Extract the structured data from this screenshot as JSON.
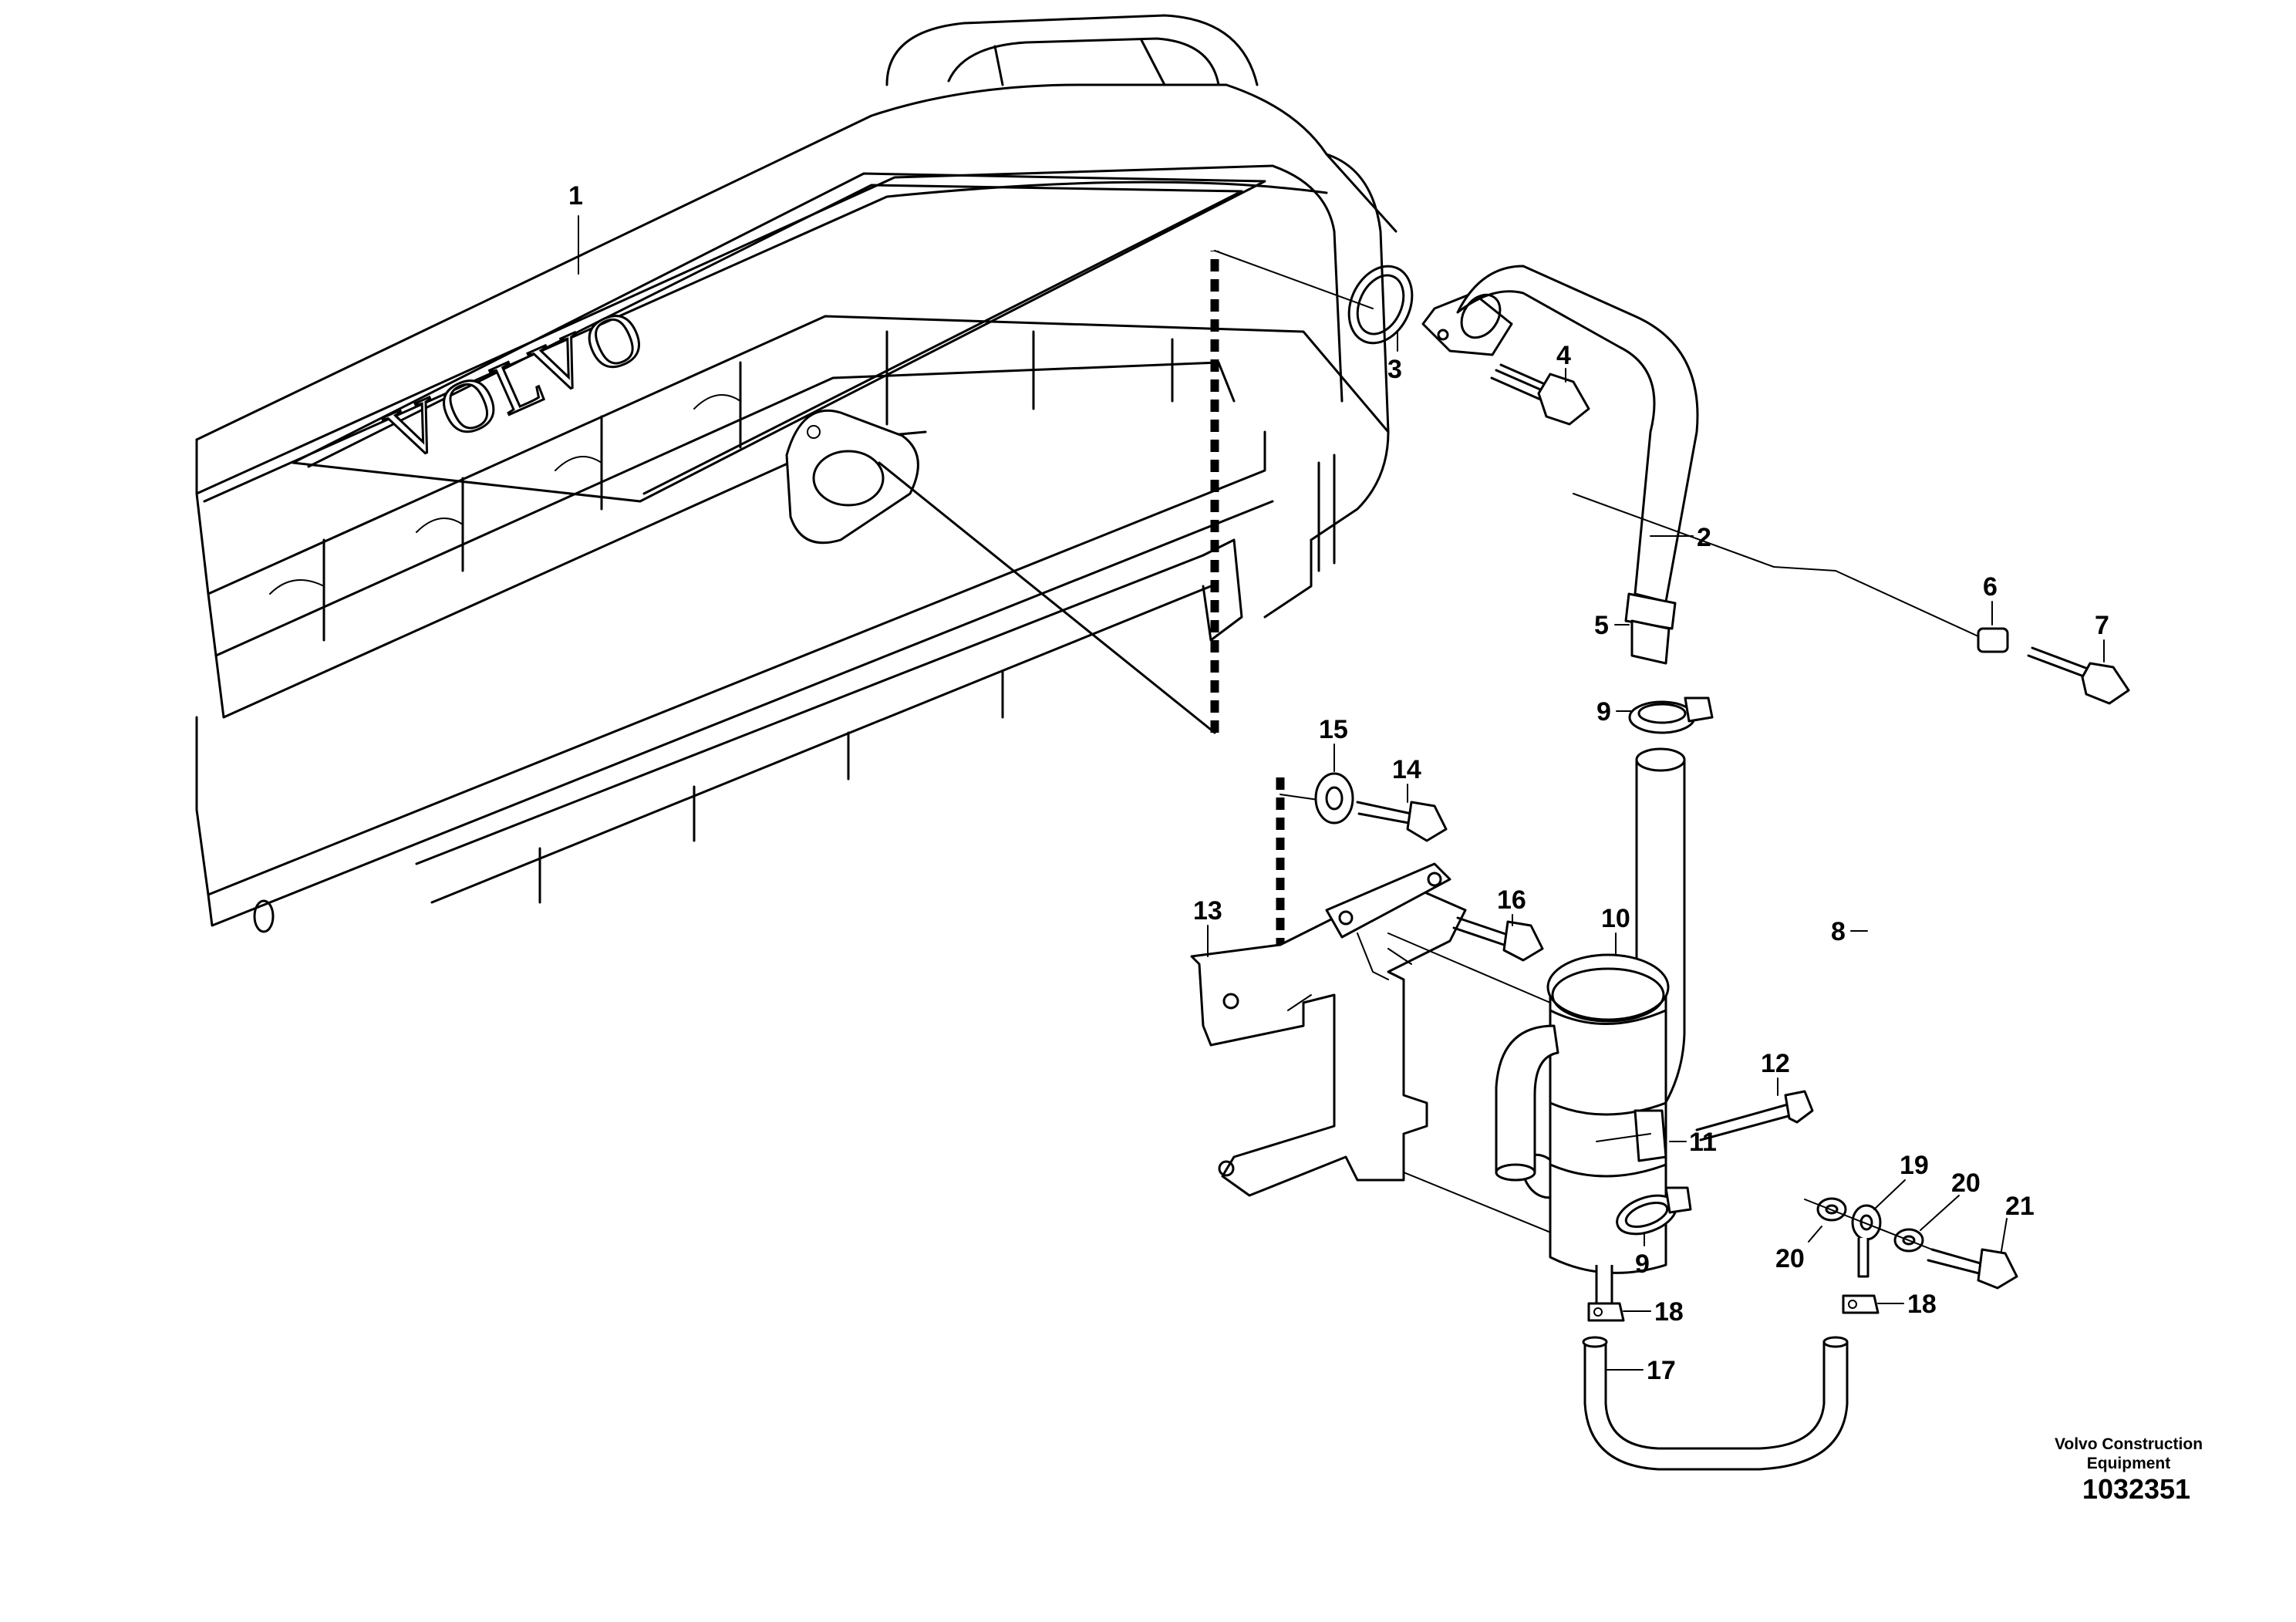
{
  "diagram": {
    "engine_branding": "VOLVO",
    "callouts": [
      "1",
      "2",
      "3",
      "4",
      "5",
      "6",
      "7",
      "8",
      "9",
      "9",
      "10",
      "11",
      "12",
      "13",
      "14",
      "15",
      "16",
      "17",
      "18",
      "18",
      "19",
      "20",
      "20",
      "21"
    ],
    "footer": {
      "maker_line1": "Volvo Construction",
      "maker_line2": "Equipment",
      "document_number": "1032351"
    }
  }
}
